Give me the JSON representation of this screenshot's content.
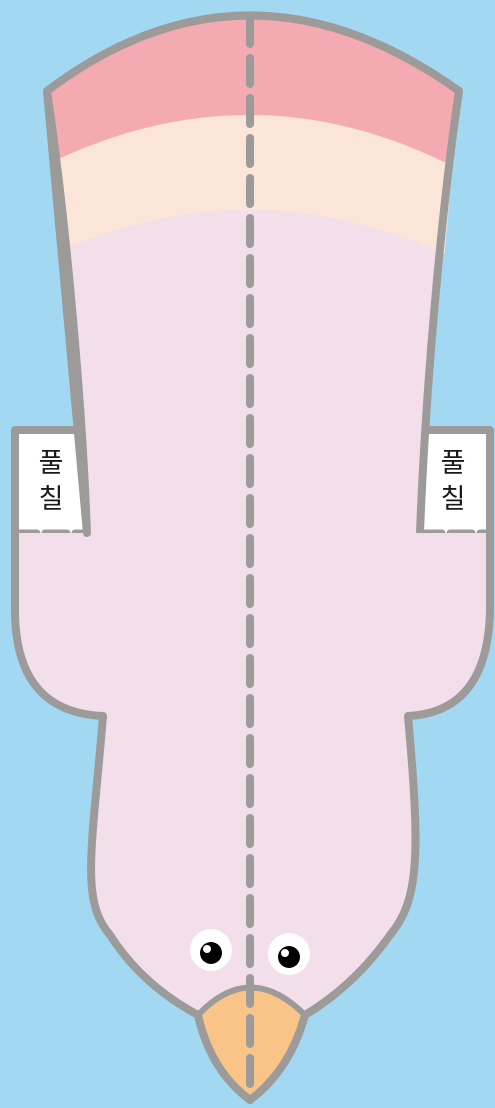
{
  "glue_tab_left": {
    "line1": "풀",
    "line2": "칠"
  },
  "glue_tab_right": {
    "line1": "풀",
    "line2": "칠"
  },
  "colors": {
    "background": "#a2d8f2",
    "body_fill": "#f2dfea",
    "outline": "#9d9b9a",
    "band_top": "#f3aab0",
    "band_middle": "#fbe4d8",
    "beak": "#f9c487",
    "tab_fill": "#ffffff",
    "eye_white": "#ffffff",
    "pupil": "#000000"
  }
}
